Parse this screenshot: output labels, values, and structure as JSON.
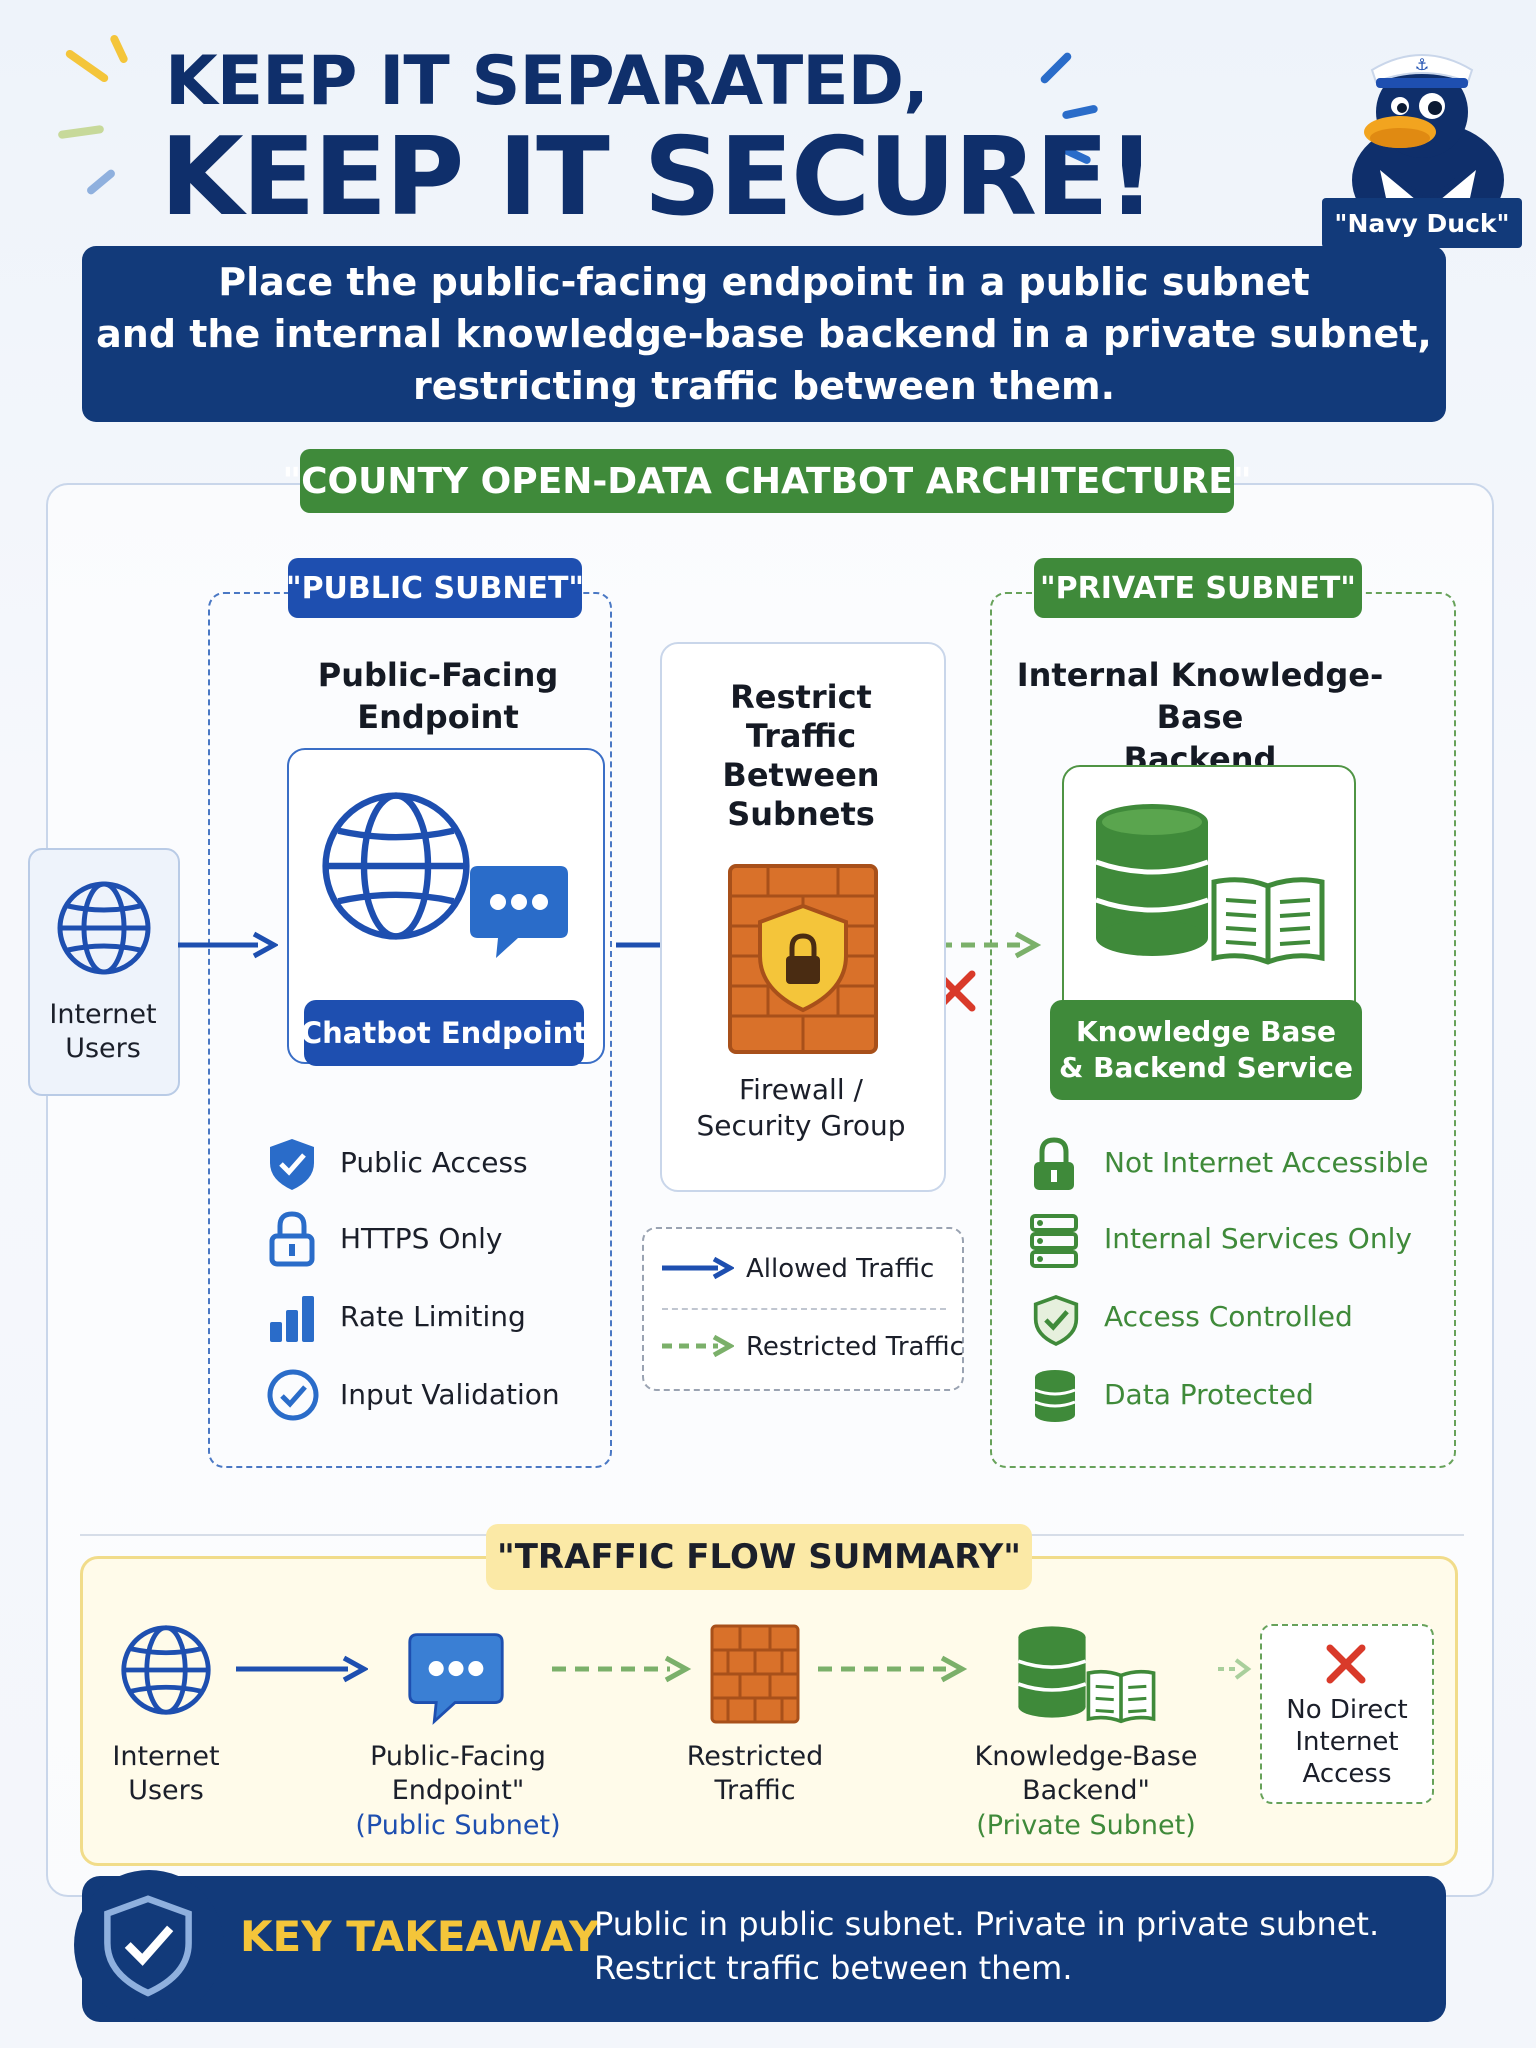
{
  "header": {
    "title_line1": "KEEP IT SEPARATED,",
    "title_line2": "KEEP IT SECURE!",
    "mascot_label": "\"Navy Duck\"",
    "banner_line1": "Place the public-facing endpoint in a public subnet",
    "banner_line2": "and the internal knowledge-base backend in a private subnet,",
    "banner_line3": "restricting traffic between them."
  },
  "architecture": {
    "title": "\"COUNTY OPEN-DATA CHATBOT ARCHITECTURE\"",
    "internet_users": [
      "Internet",
      "Users"
    ],
    "public_subnet": {
      "label": "\"PUBLIC SUBNET\"",
      "heading": "Public-Facing Endpoint",
      "button": "Chatbot Endpoint",
      "features": [
        "Public Access",
        "HTTPS Only",
        "Rate Limiting",
        "Input Validation"
      ]
    },
    "middle": {
      "heading": [
        "Restrict",
        "Traffic",
        "Between",
        "Subnets"
      ],
      "caption": [
        "Firewall /",
        "Security Group"
      ]
    },
    "private_subnet": {
      "label": "\"PRIVATE SUBNET\"",
      "heading": [
        "Internal Knowledge-Base",
        "Backend"
      ],
      "button": [
        "Knowledge Base",
        "& Backend Service"
      ],
      "features": [
        "Not Internet Accessible",
        "Internal Services Only",
        "Access Controlled",
        "Data Protected"
      ]
    },
    "legend": {
      "allowed": "Allowed Traffic",
      "restricted": "Restricted Traffic"
    }
  },
  "summary": {
    "title": "\"TRAFFIC FLOW SUMMARY\"",
    "users": [
      "Internet",
      "Users"
    ],
    "endpoint": [
      "Public-Facing",
      "Endpoint\""
    ],
    "endpoint_sub": "(Public Subnet)",
    "restricted": [
      "Restricted",
      "Traffic"
    ],
    "backend": [
      "Knowledge-Base",
      "Backend\""
    ],
    "backend_sub": "(Private Subnet)",
    "no_access": [
      "No Direct",
      "Internet",
      "Access"
    ]
  },
  "takeaway": {
    "label": "KEY TAKEAWAY",
    "line1": "Public in public subnet. Private in private subnet.",
    "line2": "Restrict traffic between them."
  },
  "colors": {
    "navy": "#123a7a",
    "blue": "#1e4fb0",
    "green": "#3f8a3a",
    "orange": "#d9712a",
    "yellow": "#f4c53a",
    "red": "#d93a2a"
  }
}
